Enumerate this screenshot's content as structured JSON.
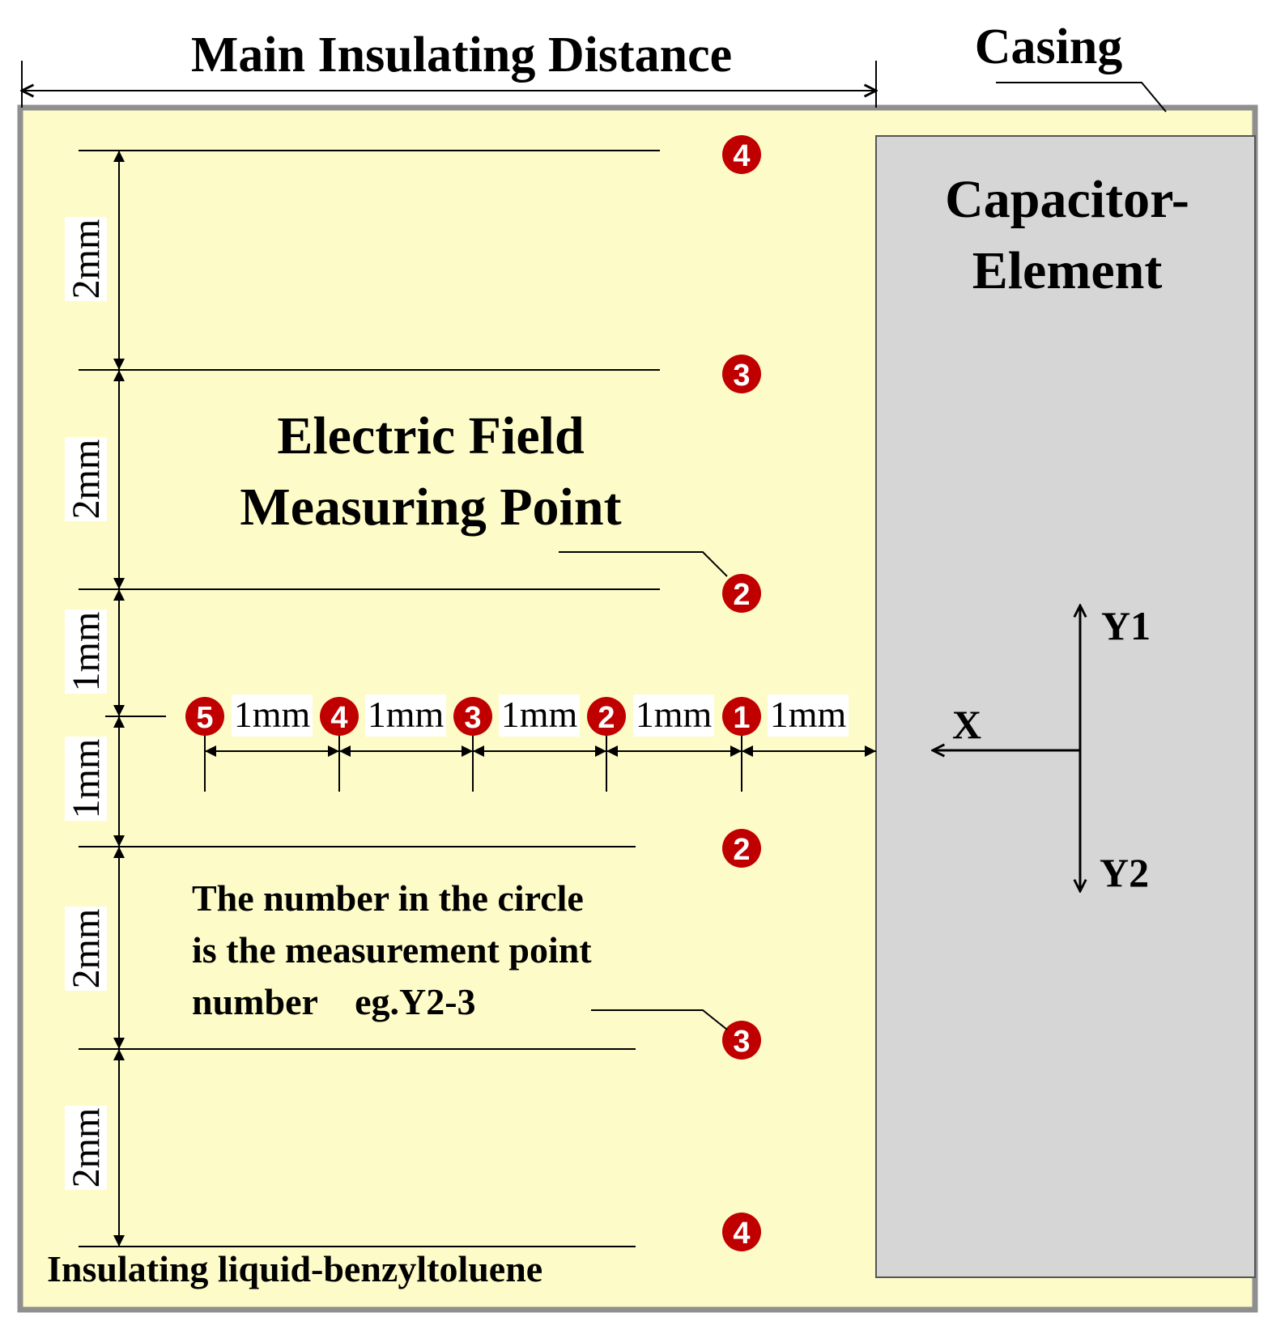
{
  "labels": {
    "main_distance": "Main Insulating Distance",
    "casing": "Casing",
    "capacitor_line1": "Capacitor-",
    "capacitor_line2": "Element",
    "efmp_line1": "Electric Field",
    "efmp_line2": "Measuring Point",
    "note_line1": "The number in the circle",
    "note_line2": "is the measurement point",
    "note_line3": "number    eg.Y2-3",
    "liquid": "Insulating liquid-benzyltoluene",
    "axis_y1": "Y1",
    "axis_y2": "Y2",
    "axis_x": "X"
  },
  "vertical_dims": [
    "2mm",
    "2mm",
    "1mm",
    "1mm",
    "2mm",
    "2mm"
  ],
  "horizontal_dims": [
    "1mm",
    "1mm",
    "1mm",
    "1mm",
    "1mm"
  ],
  "points": {
    "x_axis": [
      "5",
      "4",
      "3",
      "2",
      "1"
    ],
    "y1_axis": [
      "4",
      "3",
      "2"
    ],
    "y2_axis": [
      "2",
      "3",
      "4"
    ]
  },
  "colors": {
    "liquid_fill": "#fdfbc8",
    "casing_border": "#8f8f8f",
    "capacitor_fill": "#d6d6d6",
    "badge_fill": "#c00000"
  }
}
